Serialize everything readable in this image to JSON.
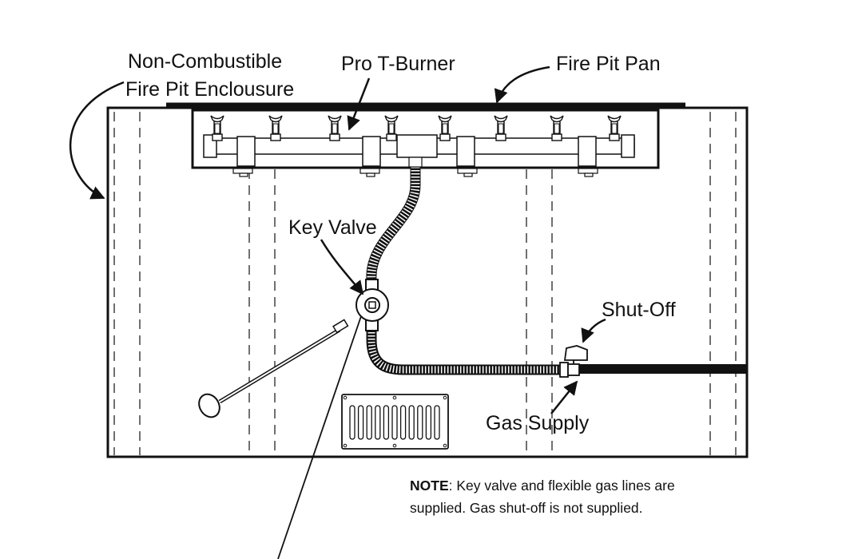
{
  "labels": {
    "enclosure_line1": "Non-Combustible",
    "enclosure_line2": "Fire Pit Enclousure",
    "burner": "Pro T-Burner",
    "pan": "Fire Pit Pan",
    "key_valve": "Key Valve",
    "shut_off": "Shut-Off",
    "gas_supply": "Gas Supply"
  },
  "note": {
    "heading": "NOTE",
    "line1": ":  Key valve and flexible gas lines are",
    "line2": "supplied.  Gas shut-off is not supplied."
  },
  "burner_jet_count": 8,
  "vent_slot_count": 11,
  "colors": {
    "line": "#111111",
    "background": "#ffffff"
  }
}
